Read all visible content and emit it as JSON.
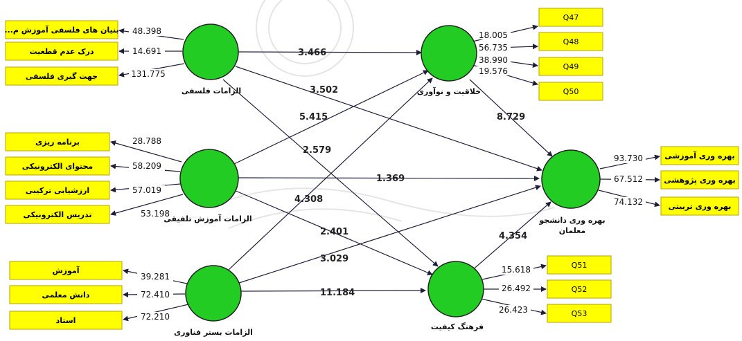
{
  "constructs": {
    "philosophy": "الزامات فلسفی",
    "blended": "الزامات آموزش تلفیقی",
    "tech": "الزامات بستر فناوری",
    "creativity": "خلاقیت و نوآوری",
    "quality": "فرهنگ کیفیت",
    "productivity_line1": "بهره وری دانشجو",
    "productivity_line2": "معلمان"
  },
  "indicators": {
    "philosophy": [
      {
        "label": "...بنیان های فلسفی آموزش م",
        "value": "48.398"
      },
      {
        "label": "درک عدم قطعیت",
        "value": "14.691"
      },
      {
        "label": "جهت گیری فلسفی",
        "value": "131.775"
      }
    ],
    "blended": [
      {
        "label": "برنامه ریزی",
        "value": "28.788"
      },
      {
        "label": "محتوای الکترونیکی",
        "value": "58.209"
      },
      {
        "label": "ارزشیابی ترکیبی",
        "value": "57.019"
      },
      {
        "label": "تدریس الکترونیکی",
        "value": "53.198"
      }
    ],
    "tech": [
      {
        "label": "آموزش",
        "value": "39.281"
      },
      {
        "label": "دانش معلمی",
        "value": "72.410"
      },
      {
        "label": "استاد",
        "value": "72.210"
      }
    ],
    "creativity": [
      {
        "label": "Q47",
        "value": "18.005"
      },
      {
        "label": "Q48",
        "value": "56.735"
      },
      {
        "label": "Q49",
        "value": "38.990"
      },
      {
        "label": "Q50",
        "value": "19.576"
      }
    ],
    "quality": [
      {
        "label": "Q51",
        "value": "15.618"
      },
      {
        "label": "Q52",
        "value": "26.492"
      },
      {
        "label": "Q53",
        "value": "26.423"
      }
    ],
    "productivity": [
      {
        "label": "بهره وری آموزشی",
        "value": "93.730"
      },
      {
        "label": "بهره وری پژوهشی",
        "value": "67.512"
      },
      {
        "label": "بهره وری تربیتی",
        "value": "74.132"
      }
    ]
  },
  "paths": {
    "philosophy_creativity": "3.466",
    "philosophy_productivity": "3.502",
    "philosophy_quality": "2.579",
    "blended_creativity": "5.415",
    "blended_productivity": "1.369",
    "blended_quality": "2.401",
    "tech_creativity": "4.308",
    "tech_productivity": "3.029",
    "tech_quality": "11.184",
    "creativity_productivity": "8.729",
    "quality_productivity": "4.354"
  },
  "colors": {
    "construct_fill": "#22cc22",
    "indicator_fill": "#ffff00"
  }
}
